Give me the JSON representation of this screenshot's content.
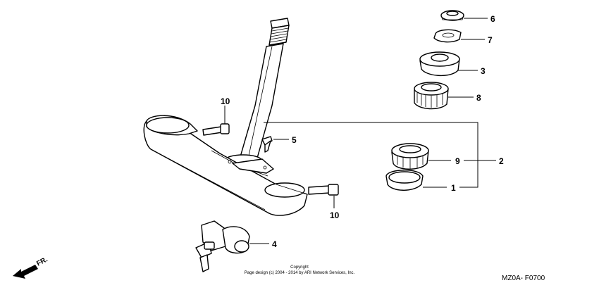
{
  "diagram": {
    "callouts": {
      "c6": "6",
      "c7": "7",
      "c3": "3",
      "c8": "8",
      "c10a": "10",
      "c5": "5",
      "c9": "9",
      "c2": "2",
      "c1": "1",
      "c10b": "10",
      "c4": "4"
    },
    "front_label": "FR.",
    "copyright_line1": "Copyright",
    "copyright_line2": "Page design (c) 2004 - 2014 by ARI Network Services, Inc.",
    "figure_code": "MZ0A- F0700"
  }
}
